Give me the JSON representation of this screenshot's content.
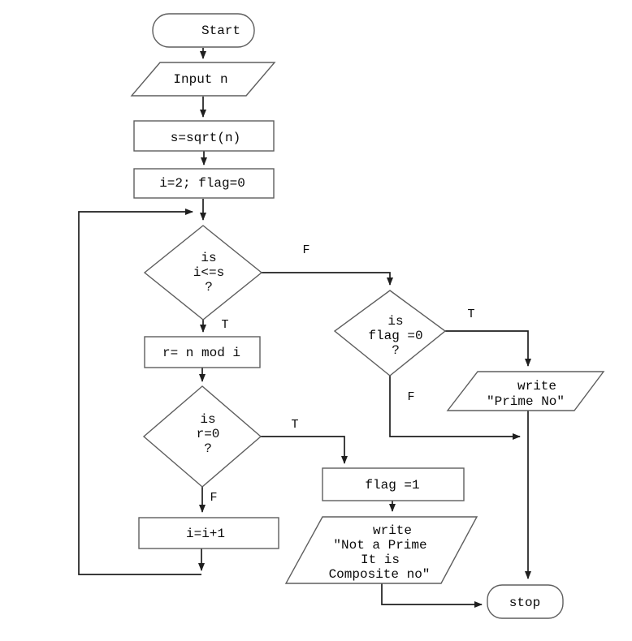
{
  "flowchart": {
    "nodes": {
      "start": {
        "label": "Start"
      },
      "input": {
        "label": "Input n"
      },
      "sqrt": {
        "label": "s=sqrt(n)"
      },
      "init": {
        "label": "i=2; flag=0"
      },
      "check_i": {
        "line1": "is",
        "line2": "i<=s",
        "line3": "?"
      },
      "mod": {
        "label": "r= n mod i"
      },
      "check_r": {
        "line1": "is",
        "line2": "r=0",
        "line3": "?"
      },
      "incr": {
        "label": "i=i+1"
      },
      "check_flag": {
        "line1": "is",
        "line2": "flag =0",
        "line3": "?"
      },
      "write_prime": {
        "line1": "write",
        "line2": "\"Prime No\""
      },
      "set_flag": {
        "label": "flag =1"
      },
      "write_composite": {
        "line1": "write",
        "line2": "\"Not a Prime",
        "line3": "It is",
        "line4": "Composite no\""
      },
      "stop": {
        "label": "stop"
      }
    },
    "branch_labels": {
      "check_i_false": "F",
      "check_i_true": "T",
      "check_r_true": "T",
      "check_r_false": "F",
      "check_flag_true": "T",
      "check_flag_false": "F"
    },
    "colors": {
      "background": "#ffffff",
      "shape_stroke": "#5e5e5e",
      "connector": "#1f1f1f",
      "text": "#0a0a0a"
    }
  }
}
